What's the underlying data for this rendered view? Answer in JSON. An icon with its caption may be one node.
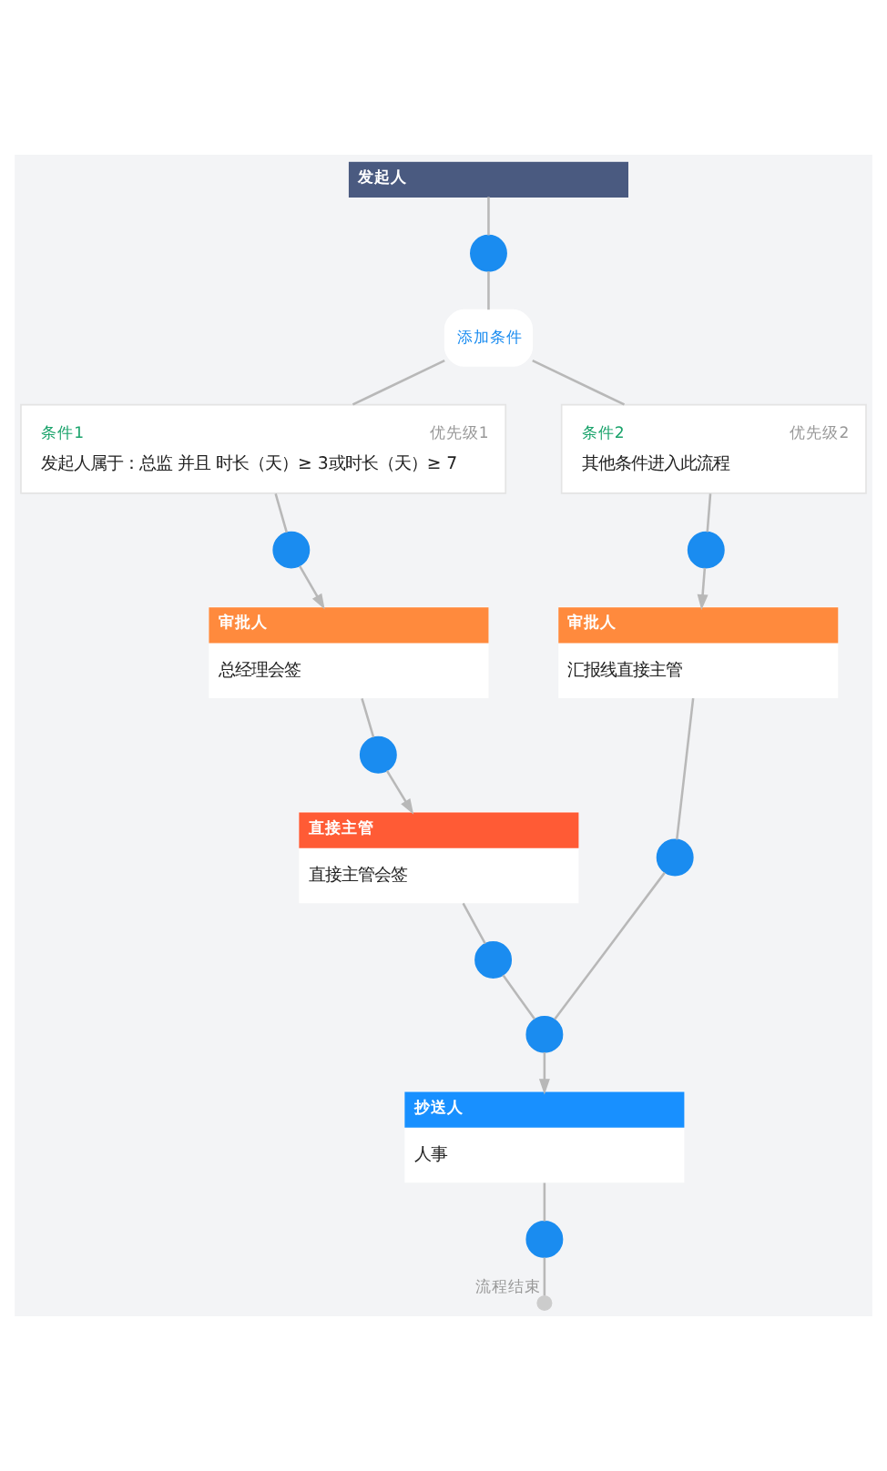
{
  "diagram": {
    "nodes": [
      {
        "text": [
          "发起人"
        ]
      },
      {
        "text": [],
        "shape": "circle"
      },
      {
        "text": [
          "添加条件"
        ]
      },
      {
        "text": [
          "条件1",
          "优先级1",
          "发起人属于：总监 并且 时长（天）≥ 3或时长（天）≥ 7"
        ]
      },
      {
        "text": [
          "条件2",
          "优先级2",
          "其他条件进入此流程"
        ]
      },
      {
        "text": [],
        "shape": "circle"
      },
      {
        "text": [],
        "shape": "circle"
      },
      {
        "text": [
          "审批人",
          "总经理会签"
        ]
      },
      {
        "text": [
          "审批人",
          "汇报线直接主管"
        ]
      },
      {
        "text": [],
        "shape": "circle"
      },
      {
        "text": [],
        "shape": "circle"
      },
      {
        "text": [
          "直接主管",
          "直接主管会签"
        ]
      },
      {
        "text": [],
        "shape": "circle"
      },
      {
        "text": [],
        "shape": "circle"
      },
      {
        "text": [
          "抄送人",
          "人事"
        ]
      },
      {
        "text": [],
        "shape": "circle"
      },
      {
        "text": [],
        "shape": "circle",
        "beside": [
          "流程结束"
        ]
      }
    ],
    "edges": [
      {
        "from": 0,
        "to": 1,
        "arrow": "none"
      },
      {
        "from": 1,
        "to": 2,
        "arrow": "none"
      },
      {
        "from": 2,
        "to": 3,
        "arrow": "none"
      },
      {
        "from": 2,
        "to": 4,
        "arrow": "none"
      },
      {
        "from": 3,
        "to": 5,
        "arrow": "none"
      },
      {
        "from": 5,
        "to": 7,
        "arrow": "to"
      },
      {
        "from": 4,
        "to": 6,
        "arrow": "none"
      },
      {
        "from": 6,
        "to": 8,
        "arrow": "to"
      },
      {
        "from": 7,
        "to": 9,
        "arrow": "none"
      },
      {
        "from": 9,
        "to": 11,
        "arrow": "to"
      },
      {
        "from": 8,
        "to": 10,
        "arrow": "none"
      },
      {
        "from": 11,
        "to": 12,
        "arrow": "none"
      },
      {
        "from": 12,
        "to": 13,
        "arrow": "none"
      },
      {
        "from": 10,
        "to": 13,
        "arrow": "none"
      },
      {
        "from": 13,
        "to": 14,
        "arrow": "to"
      },
      {
        "from": 14,
        "to": 15,
        "arrow": "none"
      },
      {
        "from": 15,
        "to": 16,
        "arrow": "none"
      }
    ]
  }
}
